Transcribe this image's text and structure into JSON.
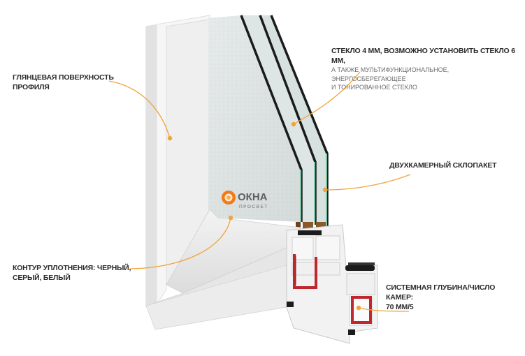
{
  "callouts": {
    "glass": {
      "title": "СТЕКЛО 4 ММ, ВОЗМОЖНО УСТАНОВИТЬ СТЕКЛО 6 ММ,",
      "line2": "А ТАКЖЕ МУЛЬТИФУНКЦИОНАЛЬНОЕ, ЭНЕРГОСБЕРЕГАЮЩЕЕ",
      "line3": "И ТОНИРОВАННОЕ СТЕКЛО"
    },
    "surface": {
      "line1": "ГЛЯНЦЕВАЯ ПОВЕРХНОСТЬ",
      "line2": "ПРОФИЛЯ"
    },
    "unit": {
      "line1": "ДВУХКАМЕРНЫЙ СКЛОПАКЕТ"
    },
    "seal": {
      "line1": "КОНТУР УПЛОТНЕНИЯ: ЧЕРНЫЙ,",
      "line2": "СЕРЫЙ, БЕЛЫЙ"
    },
    "depth": {
      "line1": "СИСТЕМНАЯ ГЛУБИНА/ЧИСЛО КАМЕР:",
      "line2": "70 ММ/5"
    }
  },
  "logo": {
    "word": "ОКНА",
    "sub": "ПРОСВЕТ"
  },
  "colors": {
    "accent": "#f2a33a",
    "frame": "#f4f4f4",
    "glass": "#dfe6e5",
    "steel": "#c0272d"
  }
}
